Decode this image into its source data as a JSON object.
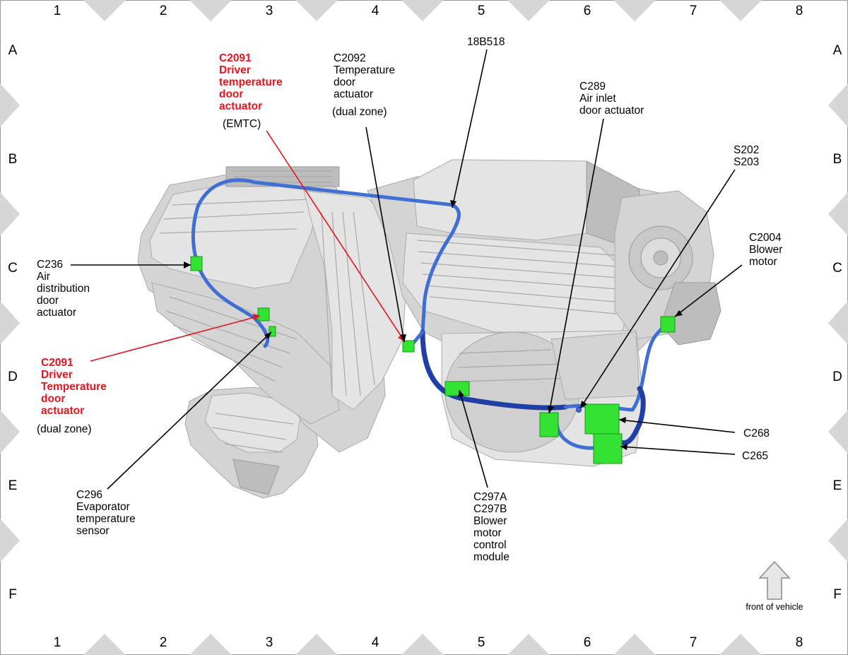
{
  "grid": {
    "columns": [
      "1",
      "2",
      "3",
      "4",
      "5",
      "6",
      "7",
      "8"
    ],
    "rows": [
      "A",
      "B",
      "C",
      "D",
      "E",
      "F"
    ]
  },
  "labels": {
    "c2091_top": {
      "lines": [
        "C2091",
        "Driver",
        "temperature",
        "door",
        "actuator"
      ],
      "note": "(EMTC)"
    },
    "c2092": {
      "lines": [
        "C2092",
        "Temperature",
        "door",
        "actuator"
      ],
      "note": "(dual zone)"
    },
    "w18b518": {
      "lines": [
        "18B518"
      ]
    },
    "c289": {
      "lines": [
        "C289",
        "Air inlet",
        "door actuator"
      ]
    },
    "s202": {
      "lines": [
        "S202",
        "S203"
      ]
    },
    "c2004": {
      "lines": [
        "C2004",
        "Blower",
        "motor"
      ]
    },
    "c236": {
      "lines": [
        "C236",
        "Air",
        "distribution",
        "door",
        "actuator"
      ]
    },
    "c2091_left": {
      "lines": [
        "C2091",
        "Driver",
        "Temperature",
        "door",
        "actuator"
      ],
      "note": "(dual zone)"
    },
    "c268": {
      "lines": [
        "C268"
      ]
    },
    "c265": {
      "lines": [
        "C265"
      ]
    },
    "c296": {
      "lines": [
        "C296",
        "Evaporator",
        "temperature",
        "sensor"
      ]
    },
    "c297": {
      "lines": [
        "C297A",
        "C297B",
        "Blower",
        "motor",
        "control",
        "module"
      ]
    }
  },
  "orientation": {
    "caption": "front of vehicle",
    "icon": "up-arrow-icon"
  },
  "colors": {
    "label_red": "#e8141c",
    "harness": "#3f6ed4",
    "connector": "#33e233",
    "housing": "#d4d4d4"
  }
}
